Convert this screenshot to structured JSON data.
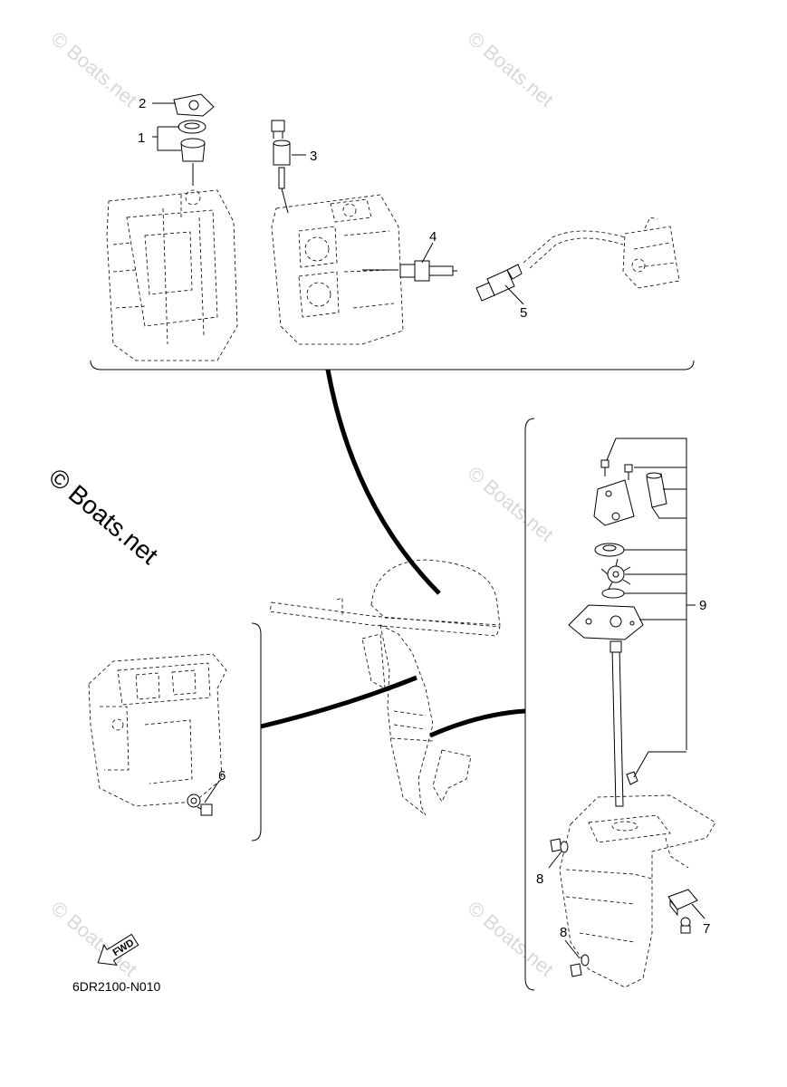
{
  "watermark": {
    "small_text": "© Boats.net",
    "large_text": "© Boats.net"
  },
  "callouts": [
    "1",
    "2",
    "3",
    "4",
    "5",
    "6",
    "7",
    "8",
    "8",
    "9"
  ],
  "figure_code": "6DR2100-N010",
  "fwd_label": "FWD",
  "colors": {
    "ink": "#000000",
    "watermark": "#d8d8d8",
    "background": "#ffffff"
  }
}
